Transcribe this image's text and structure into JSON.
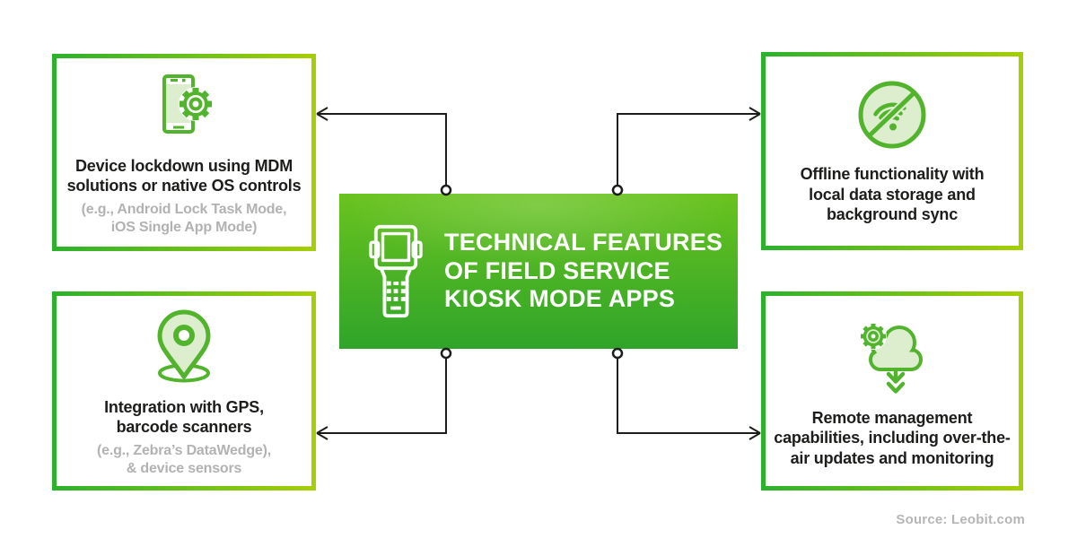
{
  "center": {
    "title": "TECHNICAL FEATURES\nOF FIELD SERVICE\nKIOSK MODE APPS",
    "icon": "handheld-terminal-icon"
  },
  "features": [
    {
      "id": "device-lockdown",
      "icon": "phone-gear-icon",
      "main": "Device lockdown using MDM\nsolutions or native OS controls",
      "sub": "(e.g., Android Lock Task Mode,\niOS Single App Mode)"
    },
    {
      "id": "offline-functionality",
      "icon": "wifi-off-icon",
      "main": "Offline functionality with\nlocal data storage and\nbackground sync",
      "sub": ""
    },
    {
      "id": "integration",
      "icon": "location-pin-icon",
      "main": "Integration with GPS,\nbarcode scanners",
      "sub": "(e.g., Zebra’s DataWedge),\n& device sensors"
    },
    {
      "id": "remote-management",
      "icon": "cloud-gear-download-icon",
      "main": "Remote management\ncapabilities, including over-the-\nair updates and monitoring",
      "sub": ""
    }
  ],
  "source": "Source: Leobit.com",
  "colors": {
    "accent_green": "#52b42d",
    "icon_fill_light": "#ddeecf",
    "border_gradient_start": "#2bb22b",
    "border_gradient_end": "#a6ce05",
    "center_gradient_top": "#69c31e",
    "center_gradient_bottom": "#2fa42a",
    "text_dark": "#1d1d1b",
    "text_gray": "#b2b2b2",
    "connector_color": "#1d1d1b",
    "source_color": "#b5b5b5"
  }
}
